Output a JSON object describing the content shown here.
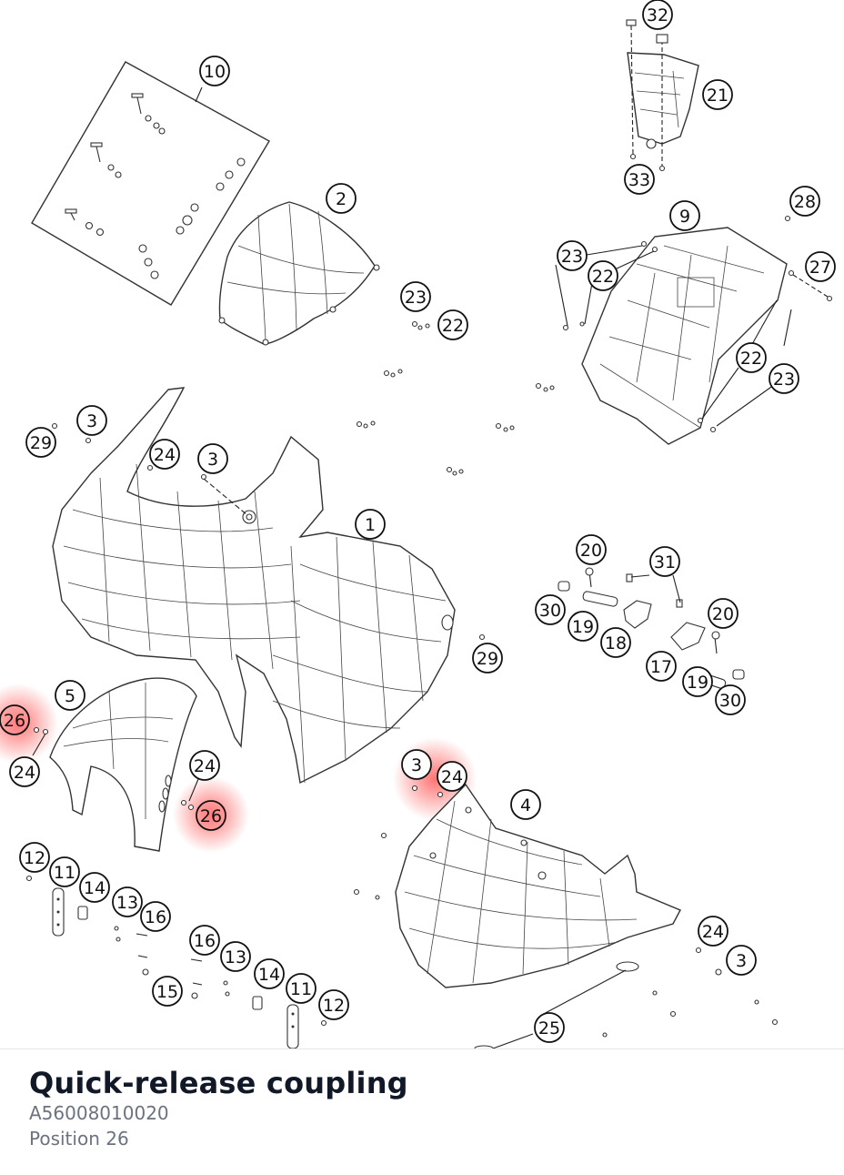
{
  "highlight_color": "#ff0000",
  "callouts": [
    {
      "id": "c32",
      "label": "32"
    },
    {
      "id": "c21",
      "label": "21"
    },
    {
      "id": "c33",
      "label": "33"
    },
    {
      "id": "c10",
      "label": "10"
    },
    {
      "id": "c2",
      "label": "2"
    },
    {
      "id": "c28",
      "label": "28"
    },
    {
      "id": "c9",
      "label": "9"
    },
    {
      "id": "c23a",
      "label": "23"
    },
    {
      "id": "c22a",
      "label": "22"
    },
    {
      "id": "c27",
      "label": "27"
    },
    {
      "id": "c23b",
      "label": "23"
    },
    {
      "id": "c22b",
      "label": "22"
    },
    {
      "id": "c22c",
      "label": "22"
    },
    {
      "id": "c23c",
      "label": "23"
    },
    {
      "id": "c29a",
      "label": "29"
    },
    {
      "id": "c3a",
      "label": "3"
    },
    {
      "id": "c24a",
      "label": "24"
    },
    {
      "id": "c3b",
      "label": "3"
    },
    {
      "id": "c1",
      "label": "1"
    },
    {
      "id": "c20a",
      "label": "20"
    },
    {
      "id": "c31",
      "label": "31"
    },
    {
      "id": "c30a",
      "label": "30"
    },
    {
      "id": "c19a",
      "label": "19"
    },
    {
      "id": "c18",
      "label": "18"
    },
    {
      "id": "c20b",
      "label": "20"
    },
    {
      "id": "c17",
      "label": "17"
    },
    {
      "id": "c19b",
      "label": "19"
    },
    {
      "id": "c30b",
      "label": "30"
    },
    {
      "id": "c29b",
      "label": "29"
    },
    {
      "id": "c5",
      "label": "5"
    },
    {
      "id": "c26a",
      "label": "26",
      "highlighted": true
    },
    {
      "id": "c24b",
      "label": "24"
    },
    {
      "id": "c24c",
      "label": "24"
    },
    {
      "id": "c26b",
      "label": "26",
      "highlighted": true
    },
    {
      "id": "c3c",
      "label": "3"
    },
    {
      "id": "c24d",
      "label": "24"
    },
    {
      "id": "c4",
      "label": "4"
    },
    {
      "id": "c12a",
      "label": "12"
    },
    {
      "id": "c11a",
      "label": "11"
    },
    {
      "id": "c14a",
      "label": "14"
    },
    {
      "id": "c13a",
      "label": "13"
    },
    {
      "id": "c16a",
      "label": "16"
    },
    {
      "id": "c16b",
      "label": "16"
    },
    {
      "id": "c13b",
      "label": "13"
    },
    {
      "id": "c14b",
      "label": "14"
    },
    {
      "id": "c15",
      "label": "15"
    },
    {
      "id": "c11b",
      "label": "11"
    },
    {
      "id": "c12b",
      "label": "12"
    },
    {
      "id": "c24e",
      "label": "24"
    },
    {
      "id": "c3d",
      "label": "3"
    },
    {
      "id": "c25",
      "label": "25"
    }
  ],
  "part": {
    "name": "Quick-release coupling",
    "number": "A56008010020",
    "position": "Position 26"
  }
}
